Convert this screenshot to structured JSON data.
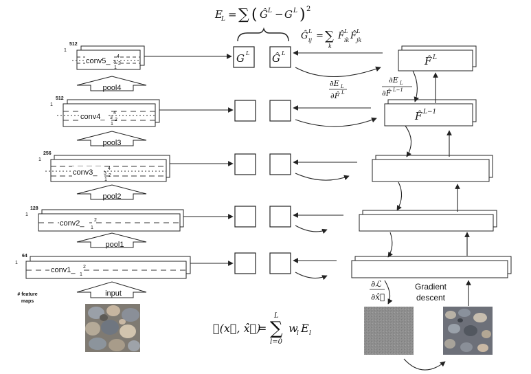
{
  "layers": {
    "conv5": {
      "label": "conv5_",
      "sub": "1",
      "sup": "2",
      "extra": "3",
      "extra2": "4",
      "maps": "512",
      "one": "1"
    },
    "conv4": {
      "label": "conv4_",
      "sub": "1",
      "sup": "2",
      "extra": "3",
      "extra2": "4",
      "maps": "512",
      "one": "1"
    },
    "conv3": {
      "label": "conv3_",
      "sub": "1",
      "sup": "2",
      "extra": "3",
      "extra2": "4",
      "maps": "256",
      "one": "1"
    },
    "conv2": {
      "label": "conv2_",
      "sub": "1",
      "sup": "2",
      "maps": "128",
      "one": "1"
    },
    "conv1": {
      "label": "conv1_",
      "sub": "1",
      "sup": "2",
      "maps": "64",
      "one": "1"
    }
  },
  "pools": {
    "pool4": "pool4",
    "pool3": "pool3",
    "pool2": "pool2",
    "pool1": "pool1",
    "input": "input"
  },
  "feature_maps_label": [
    "# feature",
    "maps"
  ],
  "gram_labels": {
    "G": "G",
    "Ghat": "Ĝ",
    "sup": "L"
  },
  "equations": {
    "style_loss": "E_L = ∑ (Ĝ^L − G^L)²",
    "gram": "Ĝ^L_ij = ∑_k F̂^L_ik F̂^L_jk",
    "dE_dF": "∂E_L / ∂F̂^L",
    "dE_dF_prev": "∂E_L / ∂F̂^(L−1)",
    "dL_dx": "∂ℒ / ∂x̂",
    "total_loss": "ℒ(x, x̂) = ∑_{l=0}^{L} w_l E_l"
  },
  "right_labels": {
    "F_hat_L": "F̂",
    "F_hat_L_sup": "L",
    "F_hat_prev": "F̂",
    "F_hat_prev_sup": "L−1"
  },
  "gradient_label": [
    "Gradient",
    "descent"
  ],
  "colors": {
    "stroke": "#222222",
    "text": "#111111",
    "noise": "#8c8c8c",
    "stones_a": "#8a8f96",
    "stones_b": "#c9b8a4"
  }
}
